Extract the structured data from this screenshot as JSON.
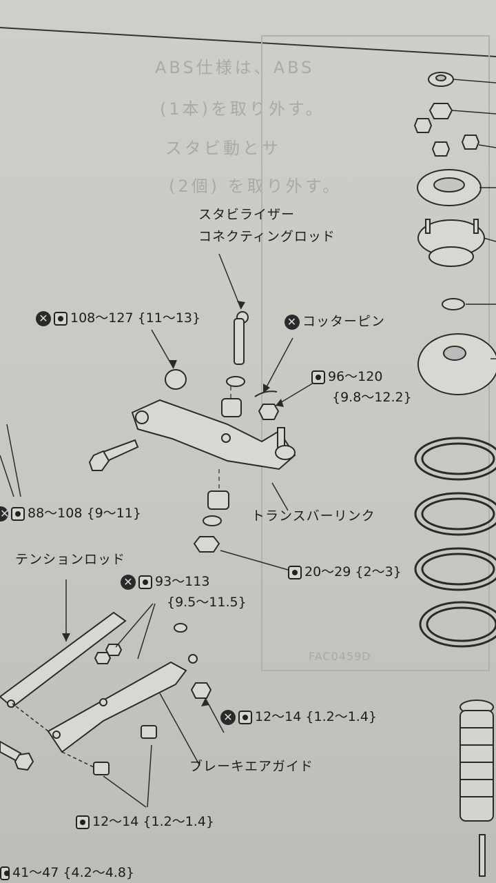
{
  "parts": {
    "stabilizer_link_line1": "スタビライザー",
    "stabilizer_link_line2": "コネクティングロッド",
    "cotter_pin": "コッターピン",
    "transverse_link": "トランスバーリンク",
    "tension_rod": "テンションロッド",
    "brake_air_guide": "ブレーキエアガイド"
  },
  "torques": {
    "t1": "108〜127 {11〜13}",
    "t2": "96〜120",
    "t2b": "{9.8〜12.2}",
    "t3": "88〜108 {9〜11}",
    "t4": "20〜29 {2〜3}",
    "t5": "93〜113",
    "t5b": "{9.5〜11.5}",
    "t6": "12〜14 {1.2〜1.4}",
    "t7": "12〜14 {1.2〜1.4}",
    "t8": "41〜47 {4.2〜4.8}"
  },
  "bleed_through": {
    "b1": "ABS仕様は、ABS",
    "b2": "(1本)を取り外す。",
    "b3": "スタビ動とサ",
    "b4": "(2個) を取り外す。",
    "b5": "FAC0459D"
  },
  "icons": {
    "nonreusable": "non-reusable-part-icon",
    "torque": "torque-wrench-icon"
  }
}
